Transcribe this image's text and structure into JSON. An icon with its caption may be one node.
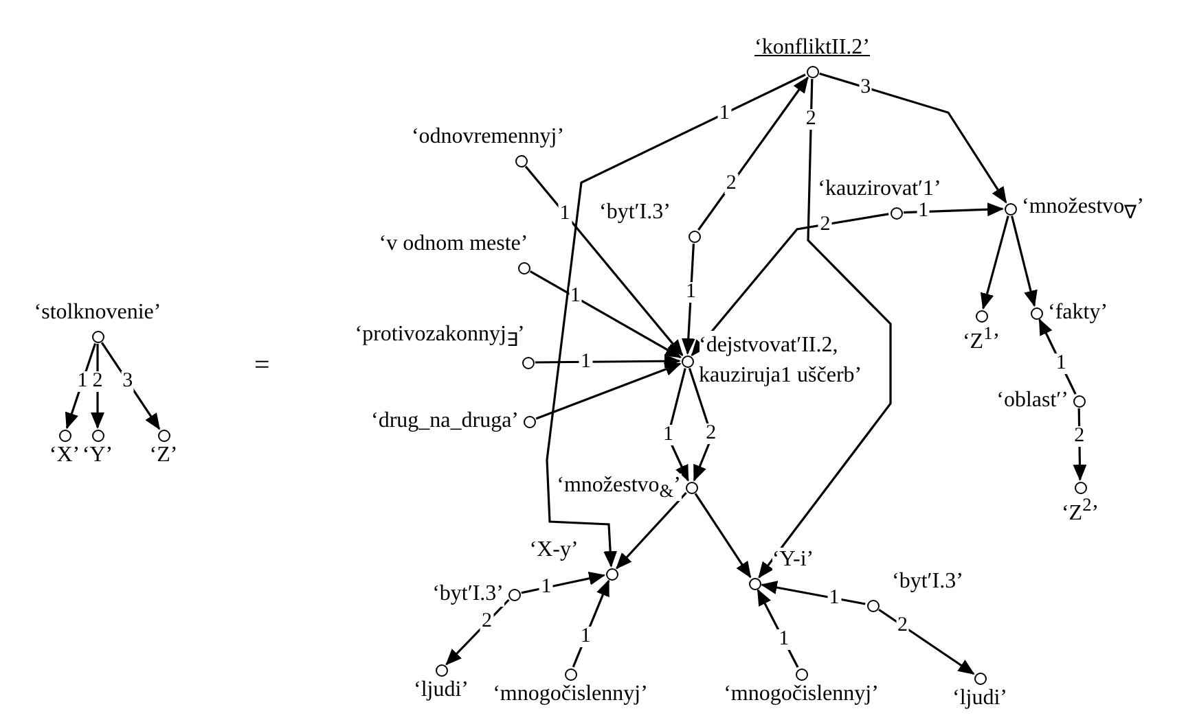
{
  "diagram": {
    "nodes": [
      {
        "text": [
          "‘stolknovenie’"
        ]
      },
      {
        "text": [
          "‘X’"
        ]
      },
      {
        "text": [
          "‘Y’"
        ]
      },
      {
        "text": [
          "‘Z’"
        ]
      },
      {
        "text": [
          "‘konfliktII.2’"
        ]
      },
      {
        "text": [
          "‘odnovremennyj’"
        ]
      },
      {
        "text": [
          "‘v odnom meste’"
        ]
      },
      {
        "text": [
          "‘protivozakonnyj$_{∃}$’"
        ]
      },
      {
        "text": [
          "‘drug_na_druga’"
        ]
      },
      {
        "text": [
          "‘byt′I.3’"
        ]
      },
      {
        "text": [
          "‘dejstvovat′II.2, kauziruja1 uščerb’"
        ]
      },
      {
        "text": [
          "‘kauzirovat′1’"
        ]
      },
      {
        "text": [
          "‘množestvo$_{∇}$’"
        ]
      },
      {
        "text": [
          "‘Z$^{1}$’"
        ]
      },
      {
        "text": [
          "‘fakty’"
        ]
      },
      {
        "text": [
          "‘oblast′’"
        ]
      },
      {
        "text": [
          "‘Z$^{2}$’"
        ]
      },
      {
        "text": [
          "‘množestvo$_{&}$’"
        ]
      },
      {
        "text": [
          "‘X-y’"
        ]
      },
      {
        "text": [
          "‘byt′I.3’"
        ]
      },
      {
        "text": [
          "‘Y-i’"
        ]
      },
      {
        "text": [
          "‘byt′I.3’"
        ]
      },
      {
        "text": [
          "‘ljudi’"
        ]
      },
      {
        "text": [
          "‘mnogočislennyj’"
        ]
      },
      {
        "text": [
          "‘mnogočislennyj’"
        ]
      },
      {
        "text": [
          "‘ljudi’"
        ]
      }
    ],
    "edges": [
      {
        "from": 0,
        "to": 1,
        "arrow": "to",
        "label": "1"
      },
      {
        "from": 0,
        "to": 2,
        "arrow": "to",
        "label": "2"
      },
      {
        "from": 0,
        "to": 3,
        "arrow": "to",
        "label": "3"
      },
      {
        "from": 4,
        "to": 18,
        "arrow": "to",
        "label": "1"
      },
      {
        "from": 4,
        "to": 20,
        "arrow": "to",
        "label": "2"
      },
      {
        "from": 4,
        "to": 12,
        "arrow": "to",
        "label": "3"
      },
      {
        "from": 5,
        "to": 10,
        "arrow": "to",
        "label": "1"
      },
      {
        "from": 6,
        "to": 10,
        "arrow": "to",
        "label": "1"
      },
      {
        "from": 7,
        "to": 10,
        "arrow": "to",
        "label": "1"
      },
      {
        "from": 8,
        "to": 10,
        "arrow": "to"
      },
      {
        "from": 9,
        "to": 4,
        "arrow": "to",
        "label": "2"
      },
      {
        "from": 9,
        "to": 10,
        "arrow": "to",
        "label": "1"
      },
      {
        "from": 11,
        "to": 10,
        "arrow": "to",
        "label": "2"
      },
      {
        "from": 11,
        "to": 12,
        "arrow": "to",
        "label": "1"
      },
      {
        "from": 12,
        "to": 13,
        "arrow": "to"
      },
      {
        "from": 12,
        "to": 14,
        "arrow": "to"
      },
      {
        "from": 15,
        "to": 14,
        "arrow": "to",
        "label": "1"
      },
      {
        "from": 15,
        "to": 16,
        "arrow": "to",
        "label": "2"
      },
      {
        "from": 10,
        "to": 17,
        "arrow": "to",
        "label": "1"
      },
      {
        "from": 10,
        "to": 17,
        "arrow": "to",
        "label": "2"
      },
      {
        "from": 17,
        "to": 18,
        "arrow": "to"
      },
      {
        "from": 17,
        "to": 20,
        "arrow": "to"
      },
      {
        "from": 19,
        "to": 18,
        "arrow": "to",
        "label": "1"
      },
      {
        "from": 19,
        "to": 22,
        "arrow": "to",
        "label": "2"
      },
      {
        "from": 23,
        "to": 18,
        "arrow": "to",
        "label": "1"
      },
      {
        "from": 21,
        "to": 20,
        "arrow": "to",
        "label": "1"
      },
      {
        "from": 21,
        "to": 25,
        "arrow": "to",
        "label": "2"
      },
      {
        "from": 24,
        "to": 20,
        "arrow": "to",
        "label": "1"
      }
    ],
    "labels": [
      "="
    ]
  }
}
